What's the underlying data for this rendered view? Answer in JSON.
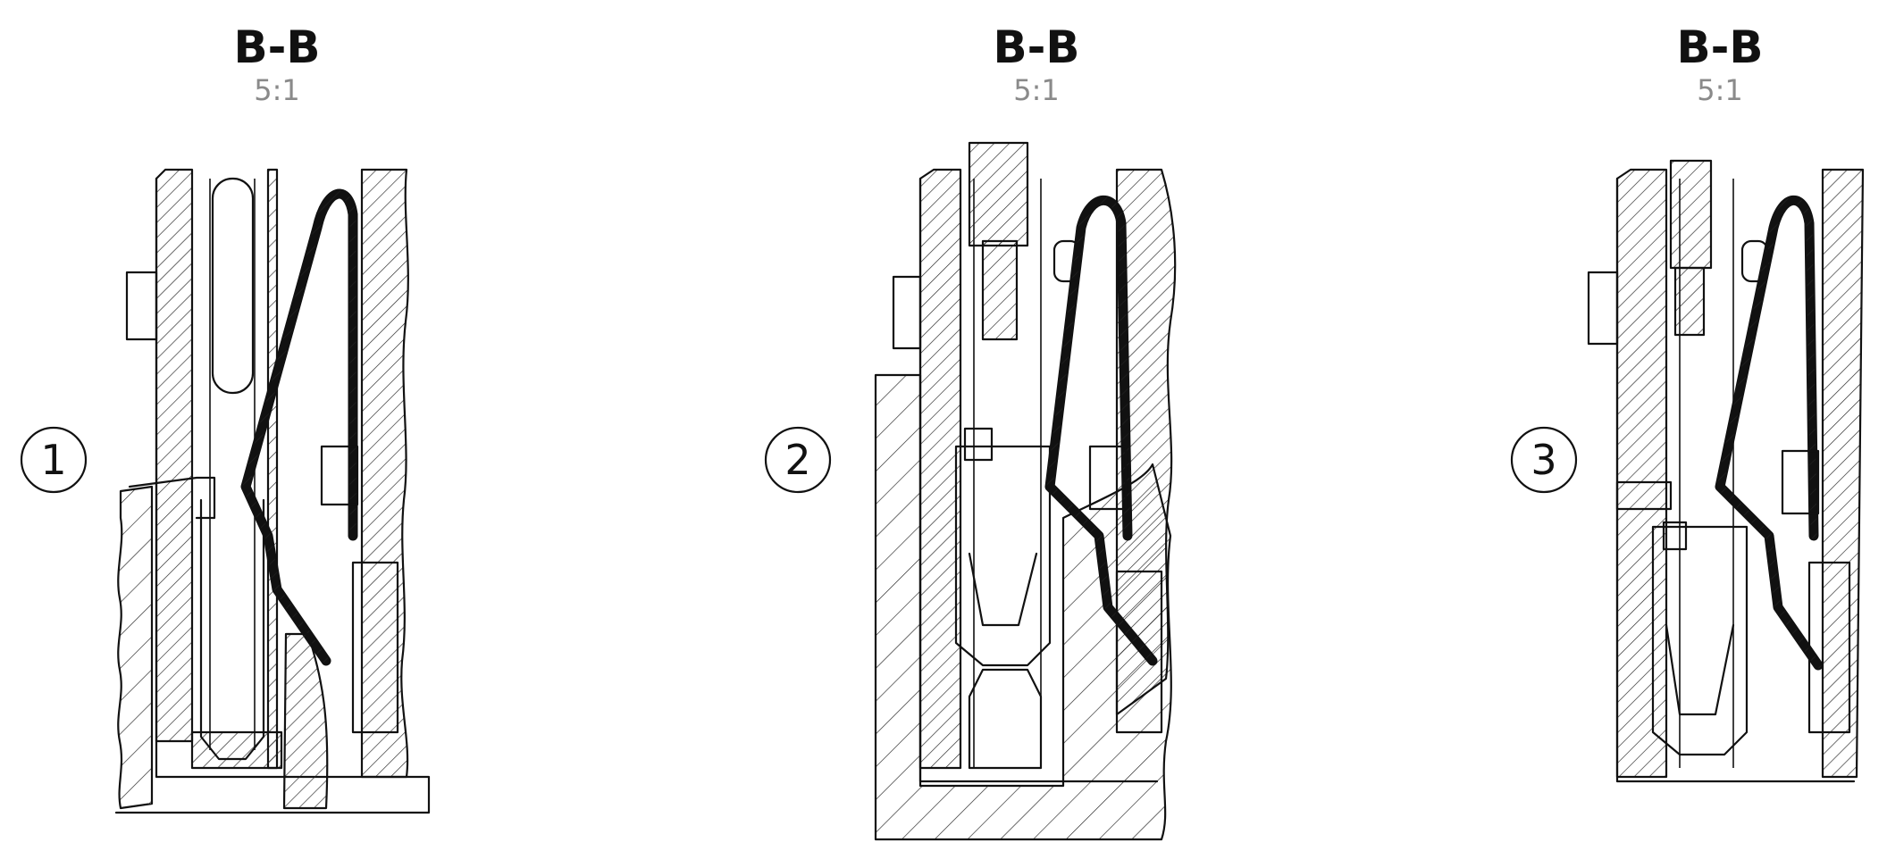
{
  "views": [
    {
      "id": "view-1",
      "section_title": "B-B",
      "scale": "5:1",
      "callout": "1"
    },
    {
      "id": "view-2",
      "section_title": "B-B",
      "scale": "5:1",
      "callout": "2"
    },
    {
      "id": "view-3",
      "section_title": "B-B",
      "scale": "5:1",
      "callout": "3"
    }
  ],
  "colors": {
    "line": "#111111",
    "scale_text": "#8a8a8a",
    "background": "#ffffff"
  }
}
